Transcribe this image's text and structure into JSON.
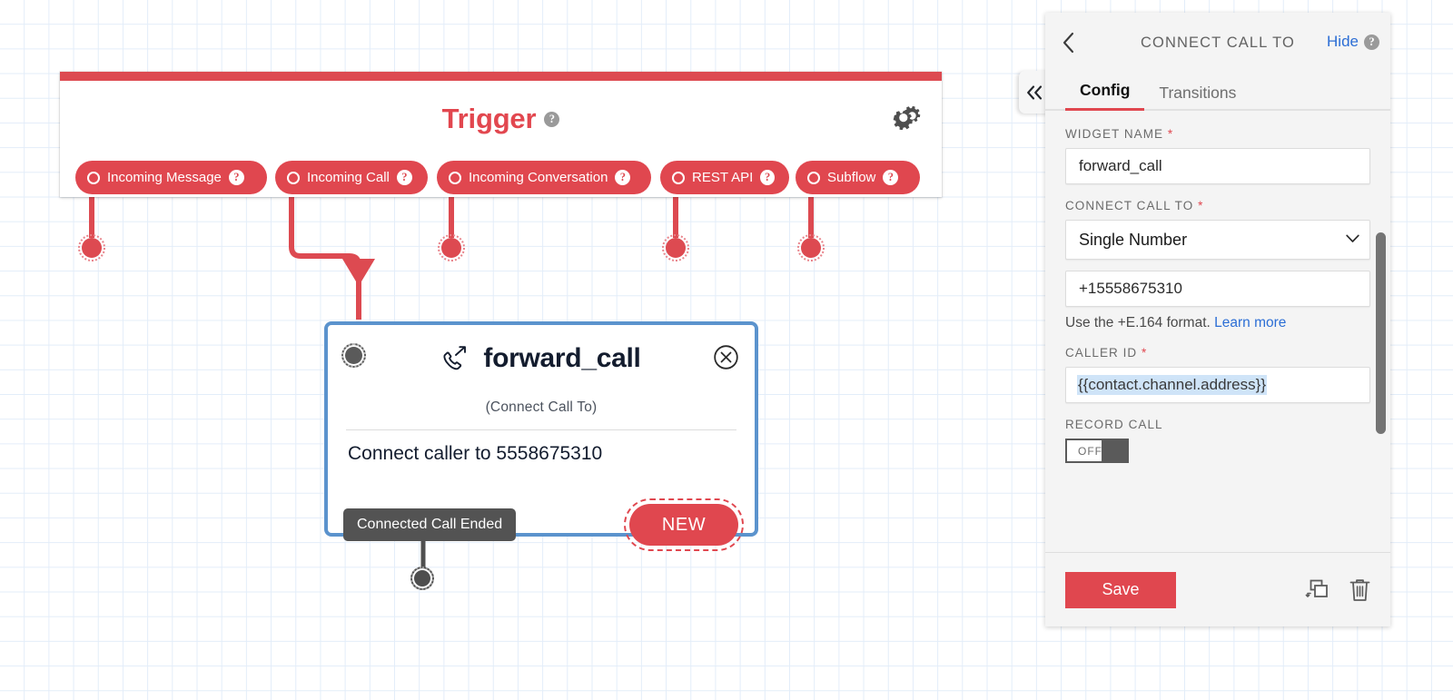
{
  "canvas": {
    "trigger": {
      "title": "Trigger",
      "help_icon": "help-icon",
      "settings_icon": "gear-icon",
      "pills": [
        {
          "label": "Incoming Message",
          "icon": "circle-outline-icon",
          "help": "?"
        },
        {
          "label": "Incoming Call",
          "icon": "circle-outline-icon",
          "help": "?"
        },
        {
          "label": "Incoming Conversation",
          "icon": "circle-outline-icon",
          "help": "?"
        },
        {
          "label": "REST API",
          "icon": "circle-outline-icon",
          "help": "?"
        },
        {
          "label": "Subflow",
          "icon": "circle-outline-icon",
          "help": "?"
        }
      ]
    },
    "widget_card": {
      "icon": "phone-forward-icon",
      "title": "forward_call",
      "subtitle": "(Connect Call To)",
      "body": "Connect caller to 5558675310",
      "new_badge": "NEW",
      "close_icon": "close-circle-icon",
      "handle_icon": "connector-dot-icon",
      "exit_label": "Connected Call Ended"
    }
  },
  "panel": {
    "title": "CONNECT CALL TO",
    "back_icon": "chevron-left-icon",
    "hide_label": "Hide",
    "hide_help": "?",
    "collapse_icon": "double-chevron-left-icon",
    "tabs": [
      {
        "label": "Config",
        "active": true
      },
      {
        "label": "Transitions",
        "active": false
      }
    ],
    "fields": {
      "widget_name_label": "WIDGET NAME",
      "widget_name_value": "forward_call",
      "connect_call_to_label": "CONNECT CALL TO",
      "connect_call_to_value": "Single Number",
      "connect_call_to_options": [
        "Single Number"
      ],
      "phone_number_value": "+15558675310",
      "helper_text": "Use the +E.164 format.",
      "helper_link": "Learn more",
      "caller_id_label": "CALLER ID",
      "caller_id_value": "{{contact.channel.address}}",
      "record_call_label": "RECORD CALL",
      "record_call_state": "OFF"
    },
    "footer": {
      "save_label": "Save",
      "duplicate_icon": "duplicate-icon",
      "delete_icon": "trash-icon"
    }
  },
  "colors": {
    "accent_red": "#e0474f",
    "link_blue": "#2c6ed5",
    "card_border_blue": "#5b93cd",
    "grid_line": "#e3edf9"
  }
}
